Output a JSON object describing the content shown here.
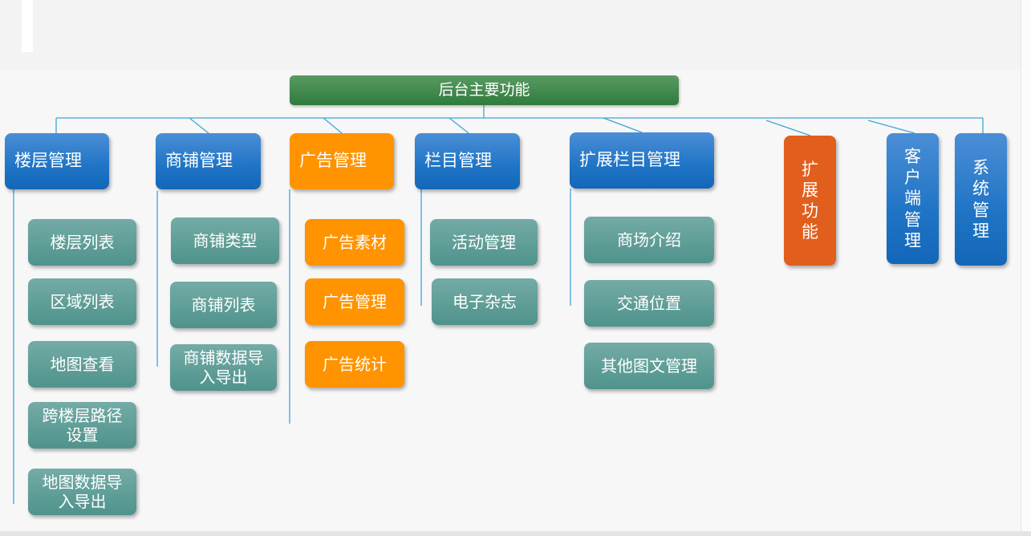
{
  "root": "后台主要功能",
  "categories": [
    {
      "label": "楼层管理",
      "children": [
        "楼层列表",
        "区域列表",
        "地图查看",
        "跨楼层路径设置",
        "地图数据导入导出"
      ]
    },
    {
      "label": "商铺管理",
      "children": [
        "商铺类型",
        "商铺列表",
        "商铺数据导入导出"
      ]
    },
    {
      "label": "广告管理",
      "children": [
        "广告素材",
        "广告管理",
        "广告统计"
      ]
    },
    {
      "label": "栏目管理",
      "children": [
        "活动管理",
        "电子杂志"
      ]
    },
    {
      "label": "扩展栏目管理",
      "children": [
        "商场介绍",
        "交通位置",
        "其他图文管理"
      ]
    },
    {
      "label": "扩展功能",
      "children": []
    },
    {
      "label": "客户端管理",
      "children": []
    },
    {
      "label": "系统管理",
      "children": []
    }
  ],
  "colors": {
    "root": "#2f7b3c",
    "blue": "#1f74c5",
    "orange": "#ff9300",
    "red": "#e25e1d",
    "teal": "#5f9f98",
    "line": "#3ea6d6"
  }
}
